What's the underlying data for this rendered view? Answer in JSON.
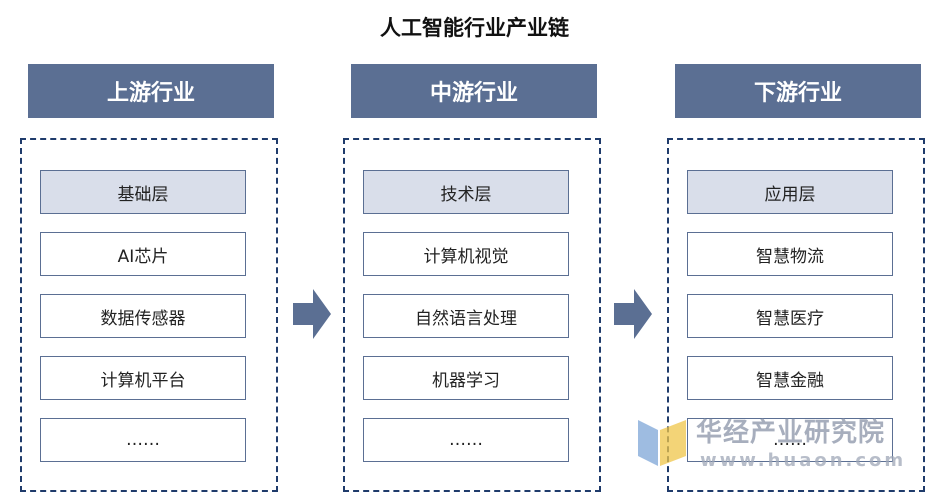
{
  "title": "人工智能行业产业链",
  "columns": [
    {
      "header": "上游行业",
      "items": [
        "基础层",
        "AI芯片",
        "数据传感器",
        "计算机平台",
        "……"
      ]
    },
    {
      "header": "中游行业",
      "items": [
        "技术层",
        "计算机视觉",
        "自然语言处理",
        "机器学习",
        "……"
      ]
    },
    {
      "header": "下游行业",
      "items": [
        "应用层",
        "智慧物流",
        "智慧医疗",
        "智慧金融",
        "……"
      ]
    }
  ],
  "watermark": {
    "cn": "华经产业研究院",
    "en": "www.huaon.com"
  },
  "colors": {
    "header": "#5b6f93",
    "layer_fill": "#d9deea",
    "border": "#1f3b6b",
    "arrow": "#5b6f93"
  }
}
